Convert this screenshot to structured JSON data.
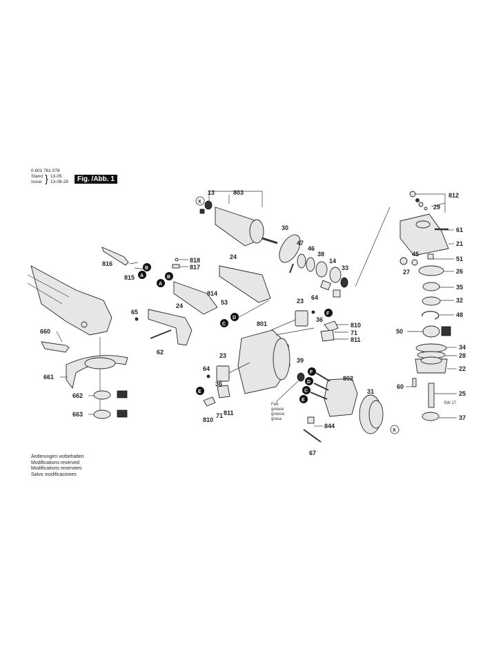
{
  "header": {
    "part_number": "0 601 761 078",
    "stand_label": "Stand",
    "issue_label": "Issue",
    "stand_value": "13-05",
    "issue_value": "13-08-28",
    "figure_label": "Fig. /Abb. 1"
  },
  "notes": [
    "Änderungen vorbehalten",
    "Modifications reserved",
    "Modifications reservees",
    "Salvo modificaciones"
  ],
  "grease_note": [
    "Fett",
    "grease",
    "graisse",
    "grasa"
  ],
  "wrench_note": "SW 17",
  "callouts": {
    "A": "A",
    "B": "B",
    "C": "C",
    "D": "D",
    "E": "E",
    "F": "F",
    "X": "X"
  },
  "parts": {
    "p13": "13",
    "p803": "803",
    "p30": "30",
    "p47": "47",
    "p46": "46",
    "p38": "38",
    "p14": "14",
    "p33": "33",
    "p812": "812",
    "p29": "29",
    "p61": "61",
    "p21": "21",
    "p45": "45",
    "p51": "51",
    "p27": "27",
    "p26": "26",
    "p35": "35",
    "p32": "32",
    "p48": "48",
    "p50": "50",
    "p34": "34",
    "p28": "28",
    "p22": "22",
    "p60": "60",
    "p25": "25",
    "p37": "37",
    "p816": "816",
    "p815": "815",
    "p818": "818",
    "p817": "817",
    "p24a": "24",
    "p814": "814",
    "p53": "53",
    "p24b": "24",
    "p65": "65",
    "p62": "62",
    "p660": "660",
    "p661": "661",
    "p662": "662",
    "p663": "663",
    "p801": "801",
    "p23a": "23",
    "p64a": "64",
    "p36a": "36",
    "p810a": "810",
    "p71a": "71",
    "p811a": "811",
    "p23b": "23",
    "p64b": "64",
    "p36b": "36",
    "p810b": "810",
    "p71b": "71",
    "p811b": "811",
    "p39": "39",
    "p802": "802",
    "p31": "31",
    "p844": "844",
    "p67": "67"
  }
}
